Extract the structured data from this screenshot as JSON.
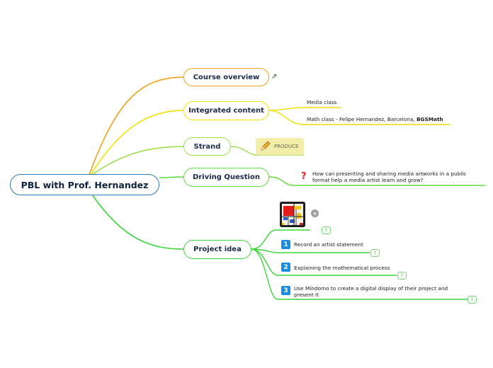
{
  "root": {
    "label": "PBL with Prof. Hernandez"
  },
  "branches": {
    "course_overview": {
      "label": "Course overview",
      "color": "#f0a21a",
      "icon": "branch-link-icon"
    },
    "integrated_content": {
      "label": "Integrated content",
      "color": "#f1e000",
      "children": [
        {
          "text": "Media class"
        },
        {
          "text": "Math class - Felipe Hernandez, Barcelona, ",
          "bold": "BGSMath"
        }
      ]
    },
    "strand": {
      "label": "Strand",
      "color": "#9be04a",
      "sticky": "PRODUCE",
      "icon": "pencil-icon"
    },
    "driving_question": {
      "label": "Driving Question",
      "color": "#5ddc3a",
      "question_line1": "How can presenting and sharing media artworks in a public",
      "question_line2": "format help a media artist learn and grow?",
      "icon": "question-mark-icon"
    },
    "project_idea": {
      "label": "Project idea",
      "color": "#3bd63b",
      "image": "mondrian-painting",
      "attachment_icon": "attachment-icon",
      "steps": [
        {
          "num": "1",
          "text": "Record an artist statement"
        },
        {
          "num": "2",
          "text": "Explaining the mathematical process"
        },
        {
          "num": "3",
          "text_line1": "Use Mindomo to create a digital display of their project and",
          "text_line2": "present it"
        }
      ],
      "tag_label": "!"
    }
  }
}
